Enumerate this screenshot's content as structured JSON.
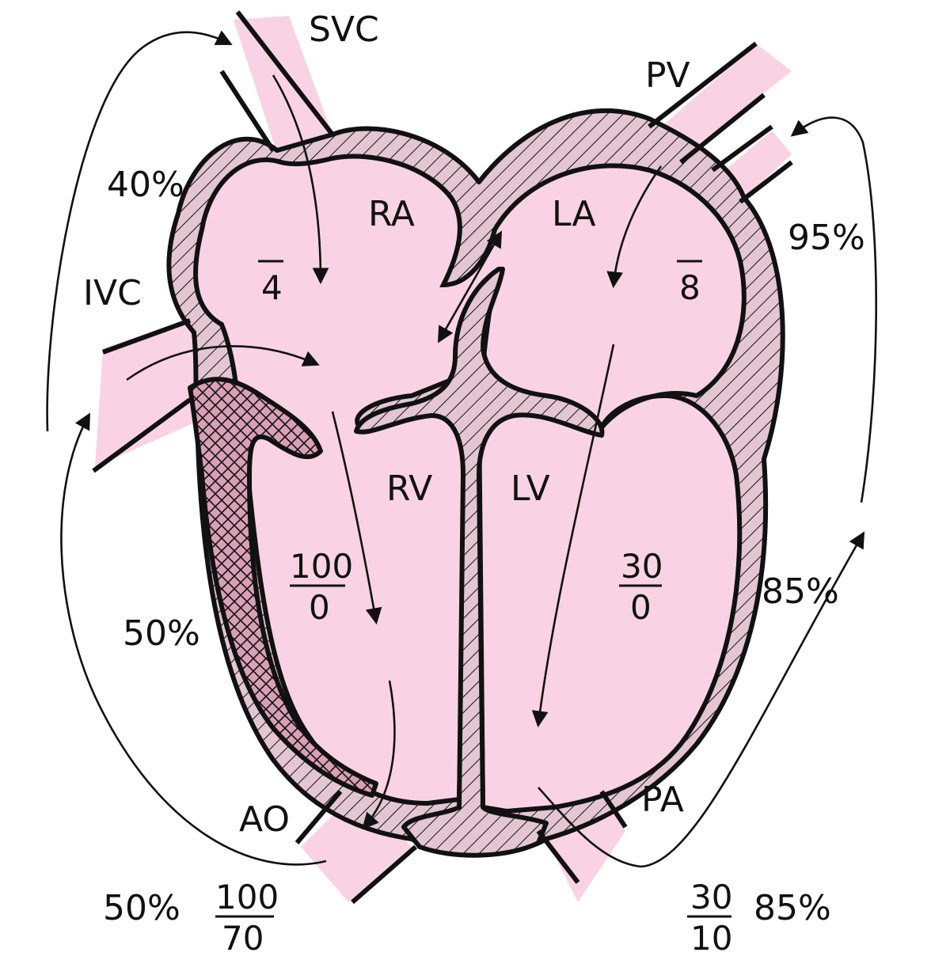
{
  "colors": {
    "blood_fill": "#f9d3e3",
    "wall_fill": "#e3c6d2",
    "hypertrophy_fill": "#d9a0b5",
    "ink": "#111111"
  },
  "vessels": {
    "svc": "SVC",
    "ivc": "IVC",
    "pv": "PV",
    "ao": "AO",
    "pa": "PA"
  },
  "chambers": {
    "ra": "RA",
    "la": "LA",
    "rv": "RV",
    "lv": "LV"
  },
  "pressures": {
    "ra_mean": "4",
    "la_mean": "8",
    "rv_systolic": "100",
    "rv_diastolic": "0",
    "lv_systolic": "30",
    "lv_diastolic": "0",
    "ao_systolic": "100",
    "ao_diastolic": "70",
    "pa_systolic": "30",
    "pa_diastolic": "10"
  },
  "saturations": {
    "svc": "40%",
    "ivc_return": "50%",
    "ao": "50%",
    "pv": "95%",
    "pa_return": "85%",
    "pa": "85%"
  }
}
